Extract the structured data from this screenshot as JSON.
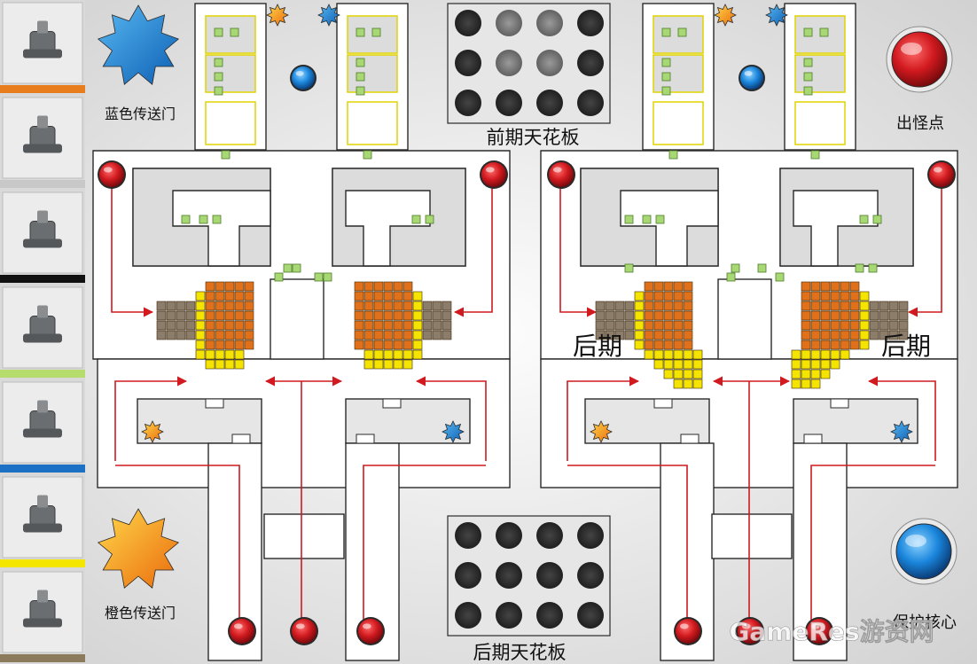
{
  "legend": {
    "blue_portal": "蓝色传送门",
    "monster_spawn": "出怪点",
    "orange_portal": "橙色传送门",
    "protect_core": "保护核心"
  },
  "labels": {
    "early_ceiling": "前期天花板",
    "late_ceiling": "后期天花板",
    "late_left": "后期",
    "late_right": "后期"
  },
  "watermark": "GameRes游资网",
  "sidebar": {
    "bands": [
      "#e87d1e",
      "#c8c8c8",
      "#111111",
      "#b6dc6e",
      "#1d71c4",
      "#f5e600",
      "#8b7a5c"
    ]
  },
  "colors": {
    "blue": "#1d8fd8",
    "orange": "#f39a1c",
    "red": "#c4151b",
    "trap_orange": "#e0711a",
    "trap_yellow": "#f4e400",
    "trap_brown": "#8c7c6a",
    "trap_green": "#a8d873"
  }
}
